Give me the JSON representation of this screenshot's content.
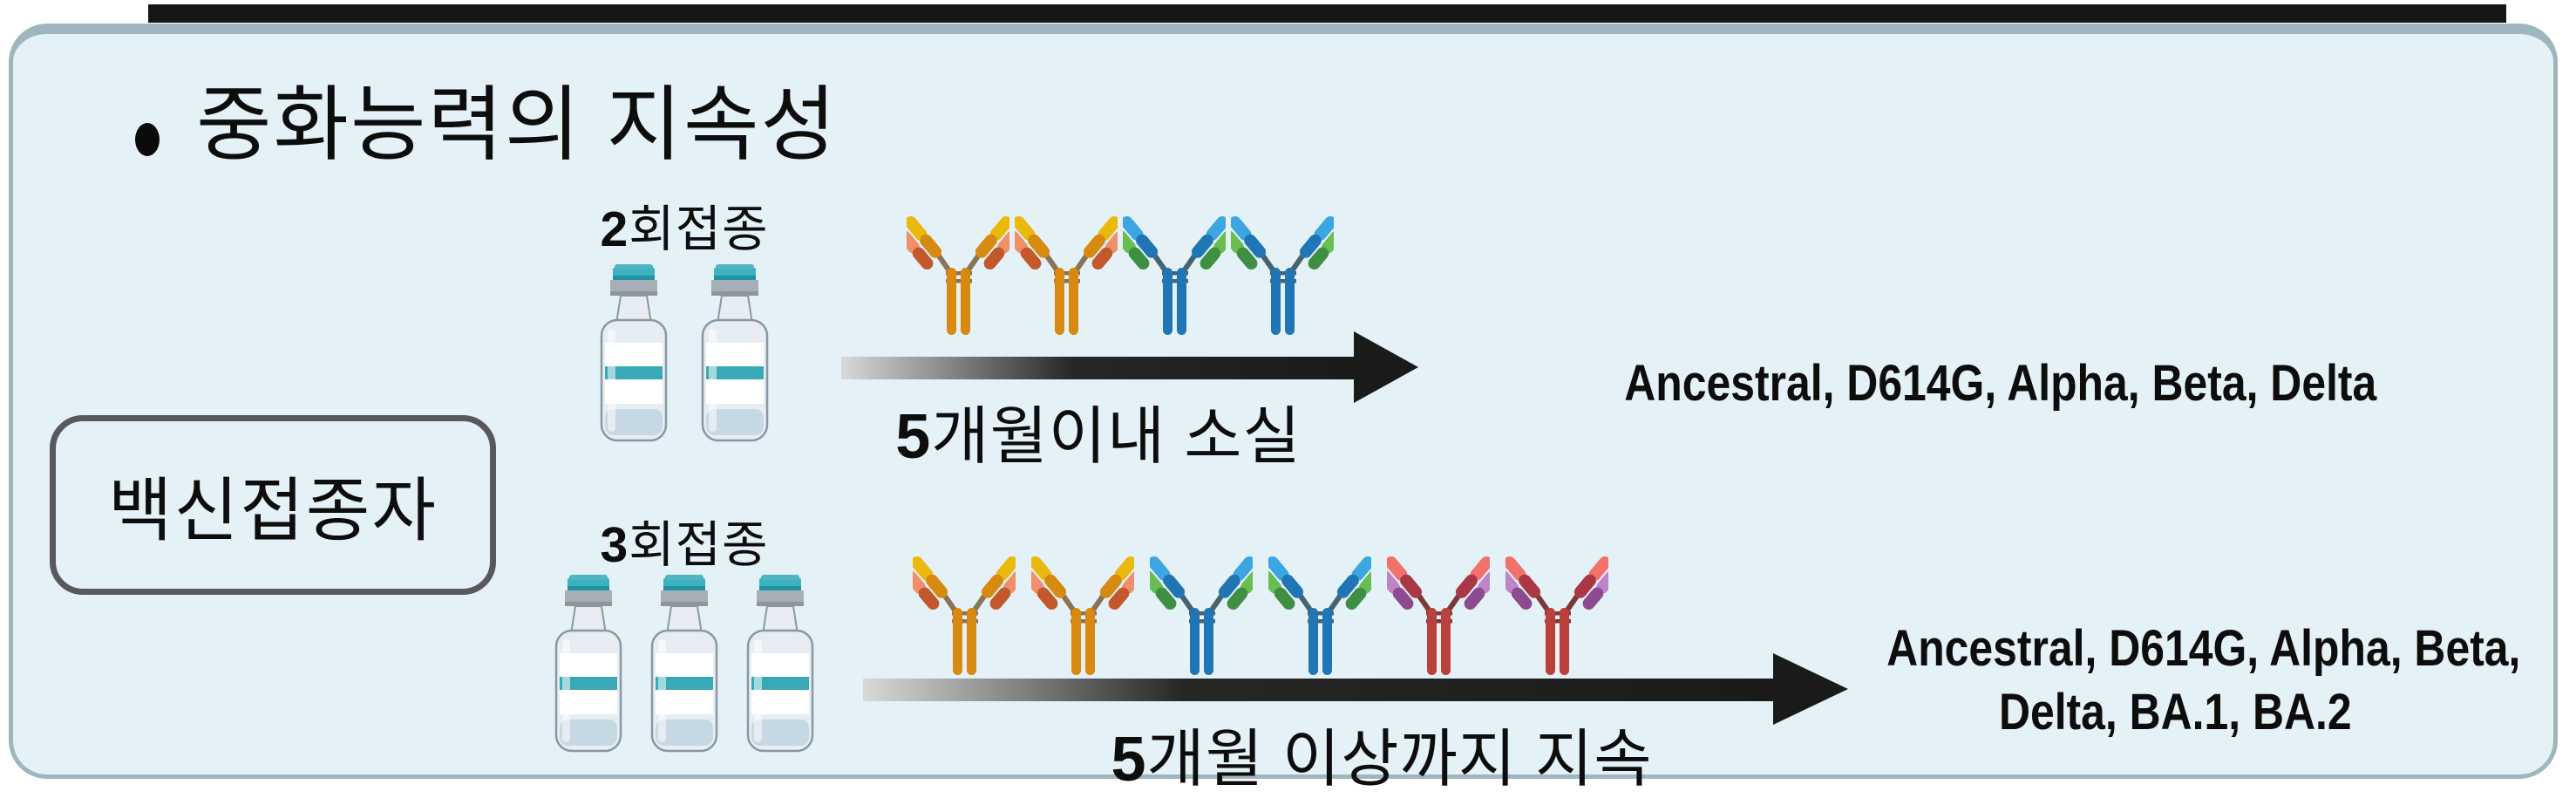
{
  "title": {
    "bullet": "•",
    "text": "중화능력의 지속성"
  },
  "top_bar": {
    "color": "#161616"
  },
  "panel": {
    "bg": "#e4f1f7",
    "border_color": "#9fb6be"
  },
  "vaccinated_box": {
    "label": "백신접종자",
    "border_color": "#58595b"
  },
  "rows": [
    {
      "dose_label": {
        "bold": "2",
        "text": "회접종"
      },
      "vial_count": 2,
      "antibodies": [
        "orange",
        "orange",
        "blue",
        "blue"
      ],
      "arrow_caption": {
        "bold": "5",
        "text": "개월이내 소실"
      },
      "result": {
        "lines": [
          "Ancestral, D614G, Alpha, Beta, Delta"
        ]
      }
    },
    {
      "dose_label": {
        "bold": "3",
        "text": "회접종"
      },
      "vial_count": 3,
      "antibodies": [
        "orange",
        "orange",
        "blue",
        "blue",
        "red",
        "red"
      ],
      "arrow_caption": {
        "bold": "5",
        "text": "개월 이상까지 지속"
      },
      "result": {
        "lines": [
          "Ancestral, D614G, Alpha, Beta,",
          "Delta, BA.1, BA.2"
        ]
      }
    }
  ],
  "antibody_palettes": {
    "orange": {
      "stem": "#d8890f",
      "hinge": "#8a7355",
      "inner_tip": "#eab90c",
      "inner_base": "#d8890f",
      "outer_tip": "#f0906b",
      "outer_base": "#c3582a"
    },
    "blue": {
      "stem": "#2076b4",
      "hinge": "#47636f",
      "inner_tip": "#3ca6e2",
      "inner_base": "#2076b4",
      "outer_tip": "#69bd51",
      "outer_base": "#3f8f43"
    },
    "red": {
      "stem": "#bb3f3a",
      "hinge": "#7c3938",
      "inner_tip": "#f2726b",
      "inner_base": "#a93744",
      "outer_tip": "#bf84c8",
      "outer_base": "#8c4a90"
    }
  },
  "vial_colors": {
    "cap": "#3fb0be",
    "cap_light": "#4cb6c2",
    "cap_dark": "#1e93a3",
    "band": "#a8aeb5",
    "band_dark": "#8f959d",
    "glass": "#e7edf2",
    "outline": "#8898a3",
    "label": "#ffffff",
    "stripe": "#38a9b6",
    "liquid": "#c6d8e3"
  },
  "arrow": {
    "gradient_start": "#d9d9d9",
    "mid": "#272727",
    "color": "#1a1a1a"
  }
}
